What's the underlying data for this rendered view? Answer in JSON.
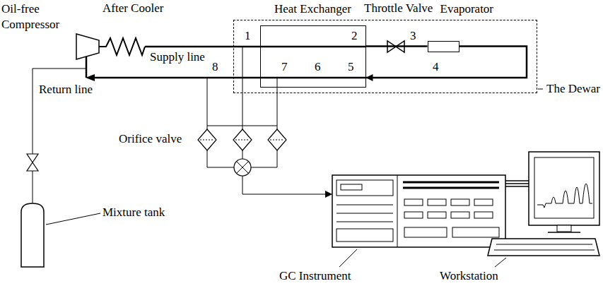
{
  "diagram": {
    "nodes": [
      {
        "text": [
          "The Dewar"
        ]
      },
      {
        "text": [
          "Heat Exchanger"
        ],
        "in": 0
      },
      {
        "text": [
          "Evaporator"
        ],
        "in": 0
      }
    ],
    "edges": [
      {
        "from": 1,
        "to": 2,
        "arrow": "none"
      },
      {
        "from": 2,
        "to": 1,
        "arrow": "to"
      }
    ],
    "labels": [
      "Oil-free Compressor",
      "After Cooler",
      "Throttle Valve",
      "1",
      "2",
      "3",
      "Supply line",
      "8",
      "7",
      "6",
      "5",
      "4",
      "Return line",
      "Orifice valve",
      "Mixture tank",
      "GC Instrument",
      "Workstation"
    ]
  }
}
